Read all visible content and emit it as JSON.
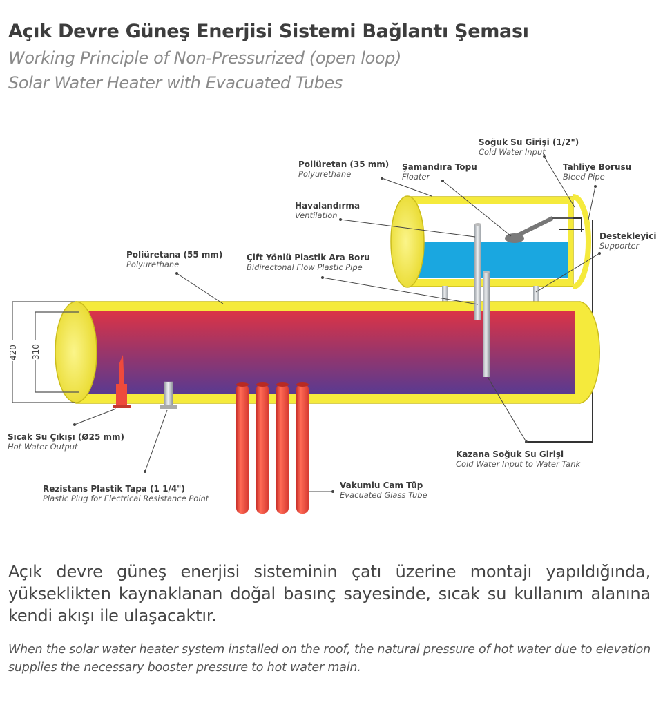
{
  "header": {
    "title": "Açık Devre Güneş Enerjisi Sistemi Bağlantı Şeması",
    "subtitle_line1": "Working Principle of Non-Pressurized (open loop)",
    "subtitle_line2": "Solar Water Heater with Evacuated Tubes"
  },
  "labels": {
    "cold_input": {
      "tr": "Soğuk Su Girişi (1/2\")",
      "en": "Cold Water Input"
    },
    "polyurethane_35": {
      "tr": "Poliüretan (35 mm)",
      "en": "Polyurethane"
    },
    "floater": {
      "tr": "Şamandıra Topu",
      "en": "Floater"
    },
    "bleed_pipe": {
      "tr": "Tahliye Borusu",
      "en": "Bleed Pipe"
    },
    "ventilation": {
      "tr": "Havalandırma",
      "en": "Ventilation"
    },
    "supporter": {
      "tr": "Destekleyici",
      "en": "Supporter"
    },
    "polyurethane_55": {
      "tr": "Poliüretana (55 mm)",
      "en": "Polyurethane"
    },
    "flow_pipe": {
      "tr": "Çift Yönlü Plastik Ara Boru",
      "en": "Bidirectonal Flow Plastic Pipe"
    },
    "hot_output": {
      "tr": "Sıcak Su Çıkışı (Ø25 mm)",
      "en": "Hot Water Output"
    },
    "tank_cold_input": {
      "tr": "Kazana Soğuk Su Girişi",
      "en": "Cold Water Input to Water Tank"
    },
    "plastic_plug": {
      "tr": "Rezistans Plastik Tapa (1 1/4\")",
      "en": "Plastic Plug for Electrical Resistance Point"
    },
    "glass_tube": {
      "tr": "Vakumlu Cam Tüp",
      "en": "Evacuated Glass Tube"
    }
  },
  "dimensions": {
    "outer": "420",
    "inner": "310"
  },
  "description": {
    "tr": "Açık devre güneş enerjisi sisteminin çatı üzerine montajı yapıldığında, yükseklikten kaynaklanan doğal basınç sayesinde, sıcak su kullanım alanına kendi akışı ile ulaşacaktır.",
    "en": "When the solar water heater system installed on the roof, the natural pressure of hot water due to elevation supplies the necessary booster pressure to hot water main."
  },
  "colors": {
    "insulation": "#f5ea3c",
    "tank_hot": "#d8344a",
    "tank_cold": "#5a3a8e",
    "water": "#1aa7e0",
    "tube": "#ee4a3c"
  }
}
